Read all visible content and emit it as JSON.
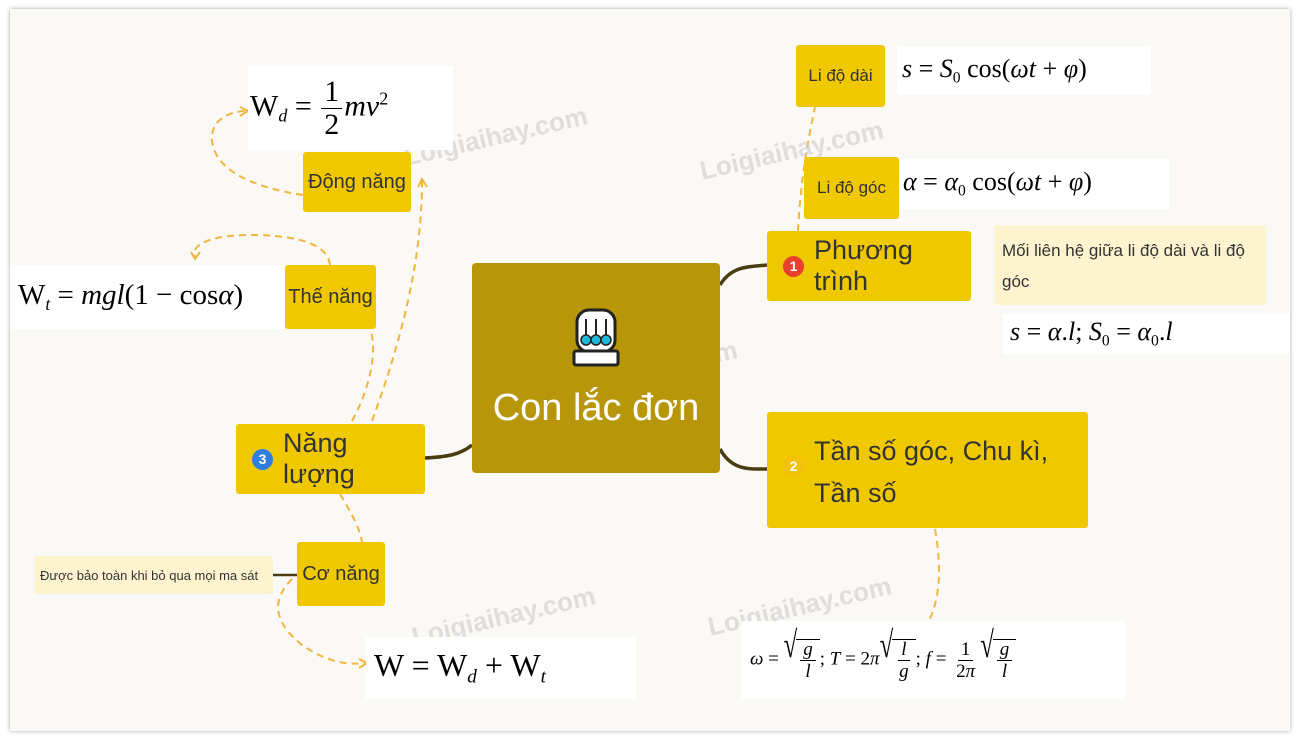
{
  "center": {
    "label": "Con lắc đơn",
    "icon": "pendulum-icon"
  },
  "branch1": {
    "number": "1",
    "label": "Phương trình",
    "li_do_dai": "Li độ dài",
    "li_do_dai_formula": "s = S0 cos(ωt + φ)",
    "li_do_goc": "Li độ góc",
    "li_do_goc_formula": "α = α0 cos(ωt + φ)",
    "relation_note": "Mối liên hệ giữa li độ dài và li độ góc",
    "relation_formula": "s = α.l; S0 = α0.l"
  },
  "branch2": {
    "number": "2",
    "label": "Tần số góc, Chu kì, Tần số",
    "formula": "ω = √(g/l); T = 2π√(l/g); f = (1/2π)√(g/l)"
  },
  "branch3": {
    "number": "3",
    "label": "Năng lượng",
    "dong_nang": "Động năng",
    "dong_nang_formula": "Wd = (1/2)mv²",
    "the_nang": "Thế năng",
    "the_nang_formula": "Wt = mgl(1 − cosα)",
    "co_nang": "Cơ năng",
    "co_nang_note": "Được bảo toàn khi bỏ qua mọi ma sát",
    "co_nang_formula": "W = Wd + Wt"
  },
  "watermark": "Loigiaihay.com",
  "colors": {
    "node": "#f0c800",
    "center": "#b8960a",
    "badge1": "#e8402e",
    "badge2": "#f2c10a",
    "badge3": "#2f7fe0",
    "connector": "#4a3d12",
    "dashed": "#f2b53f"
  }
}
